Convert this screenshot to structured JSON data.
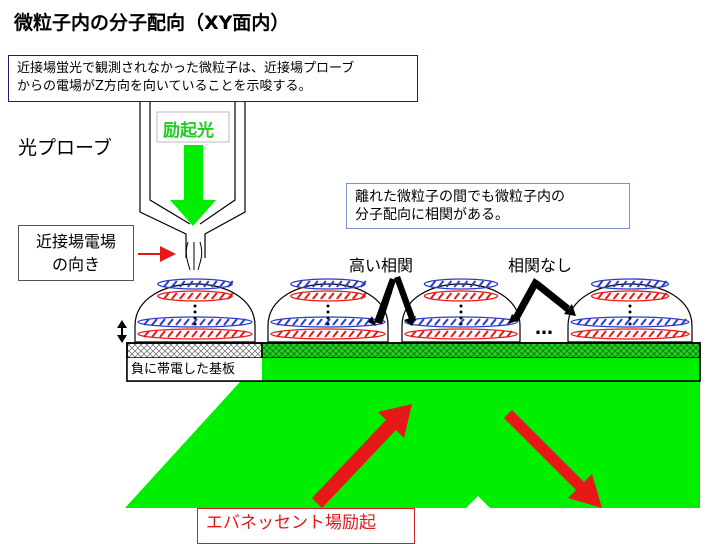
{
  "title": "微粒子内の分子配向（XY面内）",
  "note_top": {
    "line1": "近接場蛍光で観測されなかった微粒子は、近接場プローブ",
    "line2": "からの電場がZ方向を向いていることを示唆する。"
  },
  "probe_label": "光プローブ",
  "excitation_label": "励起光",
  "near_field_box": {
    "line1": "近接場電場",
    "line2": "の向き"
  },
  "note_corr": {
    "line1": "離れた微粒子の間でも微粒子内の",
    "line2": "分子配向に相関がある。"
  },
  "corr_high": "高い相関",
  "corr_none": "相関なし",
  "dots": "…",
  "substrate_label": "負に帯電した基板",
  "evanescent_label": "エバネッセント場励起",
  "colors": {
    "green": "#00ee00",
    "red": "#e81818",
    "blue": "#2a3cc8",
    "note_border": "#1a1a8c"
  }
}
